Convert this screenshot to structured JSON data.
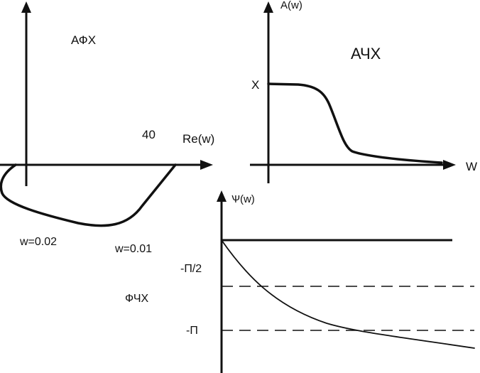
{
  "panels": {
    "afh": {
      "title": "АФХ",
      "axis_label": "Re(w)",
      "mark_40": "40",
      "w1": "w=0.02",
      "w2": "w=0.01"
    },
    "ach": {
      "title": "АЧХ",
      "y_axis_label": "A(w)",
      "x_axis_label": "W",
      "y_mark": "X"
    },
    "fch": {
      "title": "ФЧХ",
      "y_axis_label": "Ѱ(w)",
      "half_pi": "-П/2",
      "pi": "-П"
    }
  }
}
